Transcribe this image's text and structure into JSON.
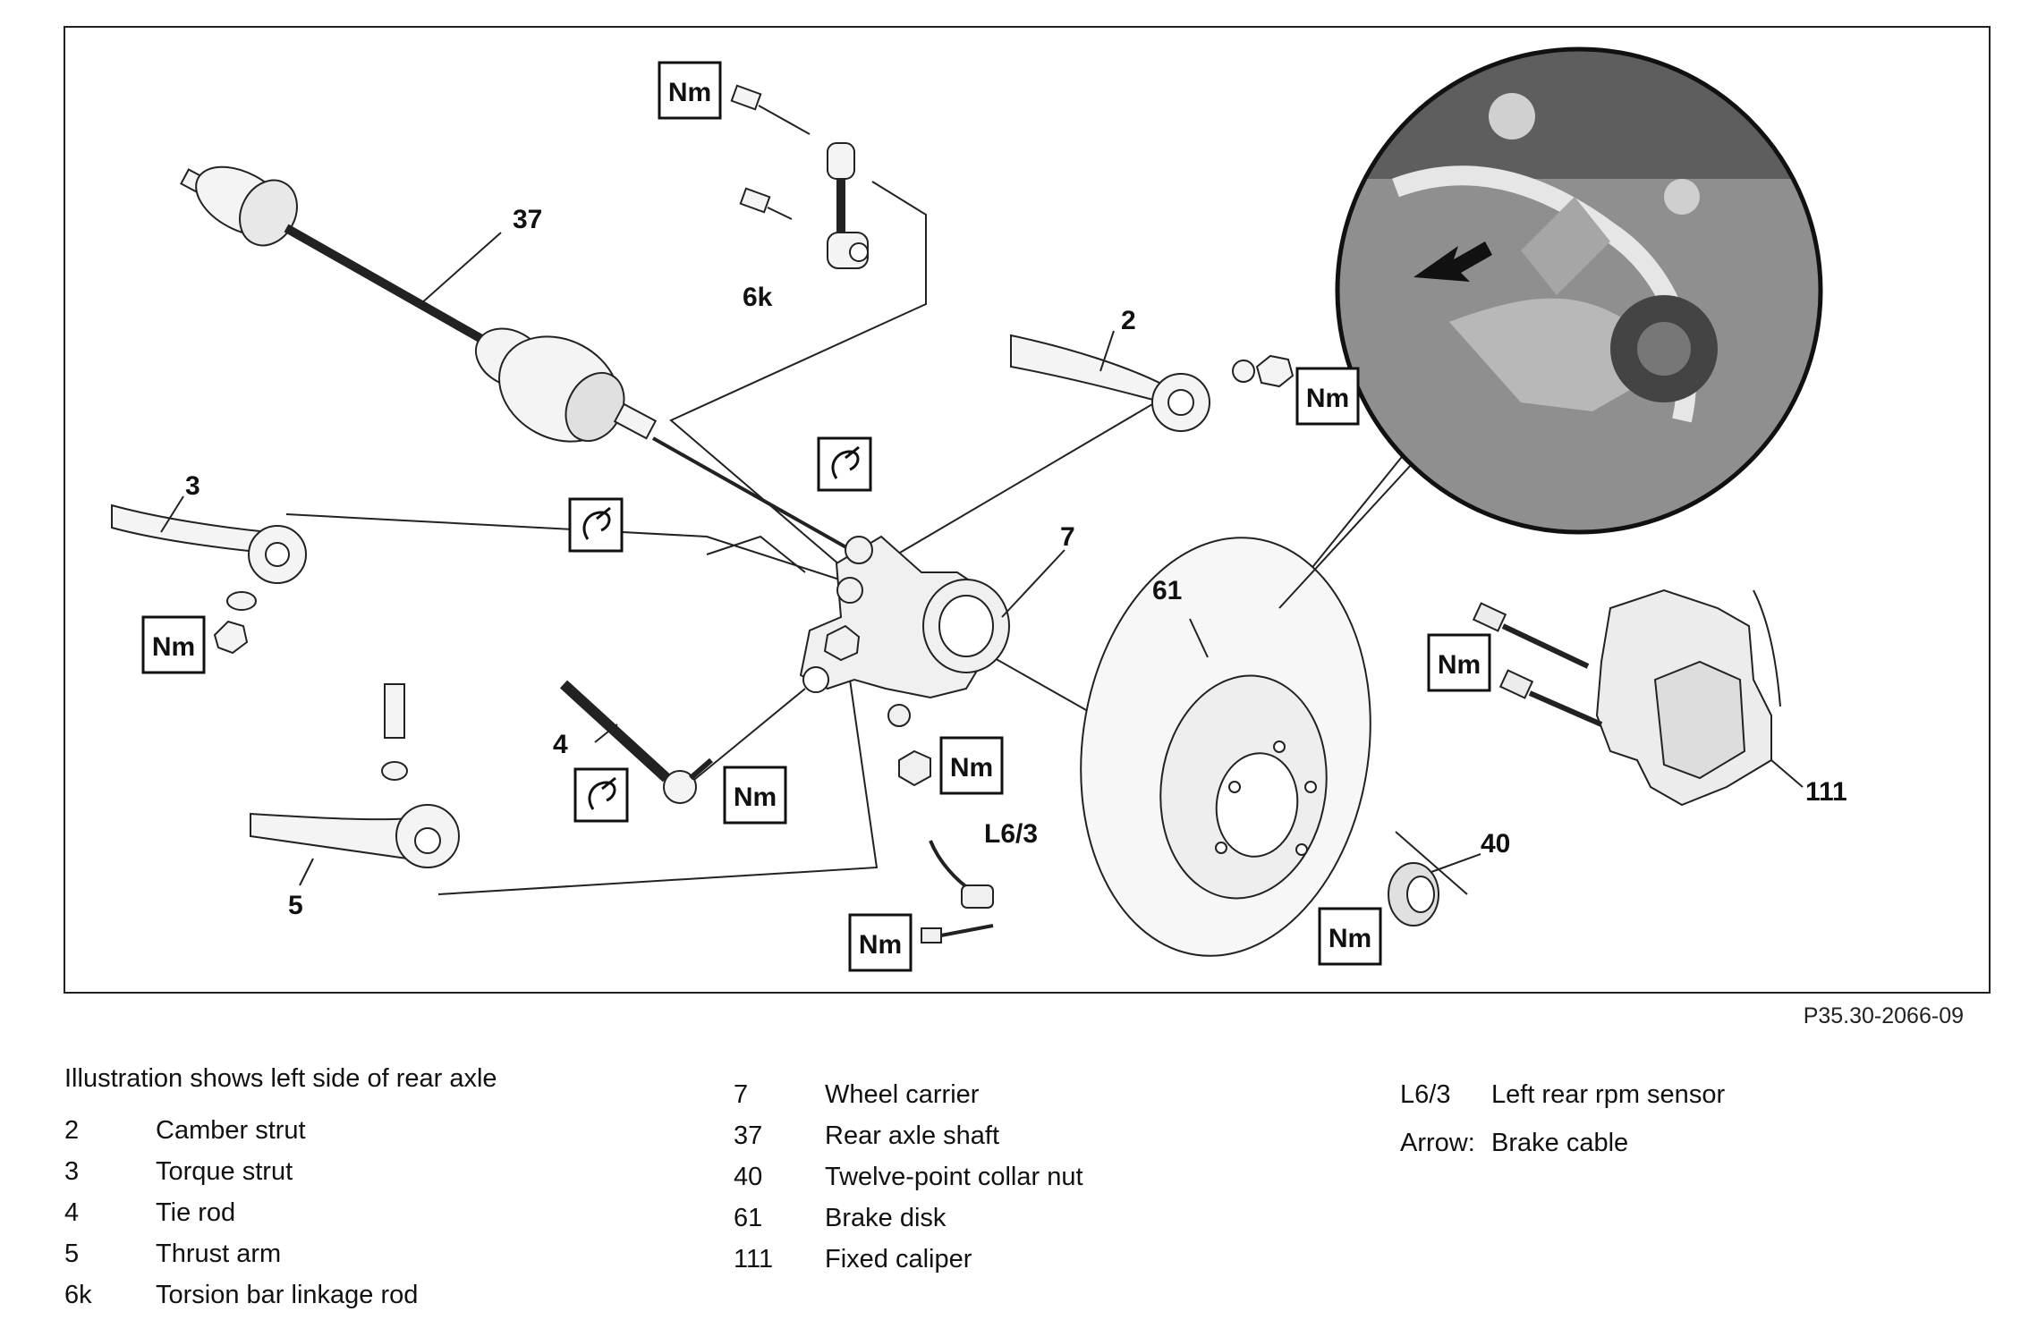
{
  "figure_code": "P35.30-2066-09",
  "callouts": {
    "c37": "37",
    "c6k": "6k",
    "c2": "2",
    "c3": "3",
    "c7": "7",
    "c61": "61",
    "c4": "4",
    "c5": "5",
    "cL63": "L6/3",
    "c40": "40",
    "c111": "111"
  },
  "torque_label": "Nm",
  "icons": [
    "torque-nm-box-icon",
    "angle-tighten-symbol-icon",
    "arrow-icon"
  ],
  "legend": {
    "caption": "Illustration shows left side of rear axle",
    "col1": [
      {
        "num": "2",
        "desc": "Camber strut"
      },
      {
        "num": "3",
        "desc": "Torque strut"
      },
      {
        "num": "4",
        "desc": "Tie rod"
      },
      {
        "num": "5",
        "desc": "Thrust arm"
      },
      {
        "num": "6k",
        "desc": "Torsion bar linkage rod"
      }
    ],
    "col2": [
      {
        "num": "7",
        "desc": "Wheel carrier"
      },
      {
        "num": "37",
        "desc": "Rear axle shaft"
      },
      {
        "num": "40",
        "desc": "Twelve-point collar nut"
      },
      {
        "num": "61",
        "desc": "Brake disk"
      },
      {
        "num": "111",
        "desc": "Fixed caliper"
      }
    ],
    "col3": [
      {
        "num": "L6/3",
        "desc": "Left rear rpm sensor"
      },
      {
        "num": "Arrow:",
        "desc": "Brake cable"
      }
    ]
  }
}
